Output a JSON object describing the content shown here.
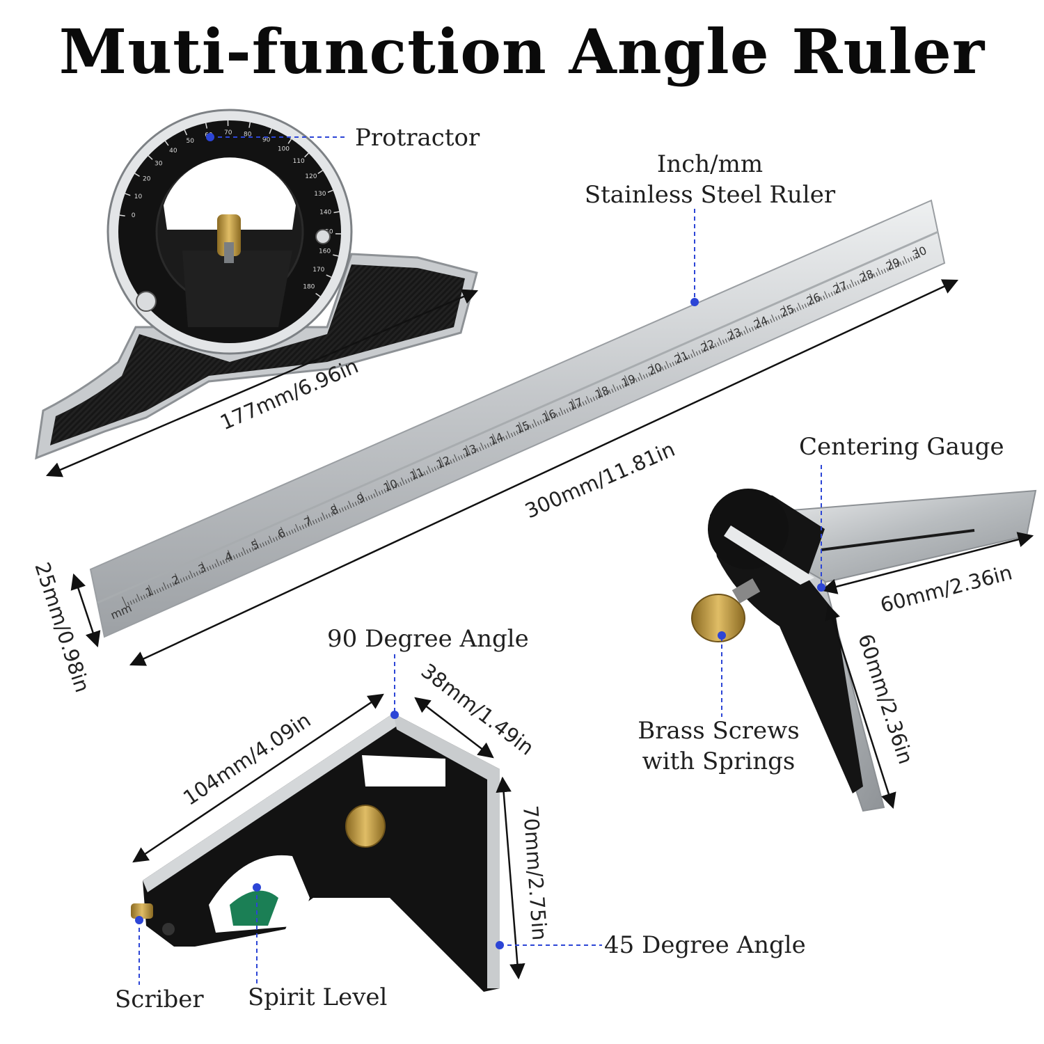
{
  "title": "Muti-function Angle Ruler",
  "labels": {
    "protractor": "Protractor",
    "ruler_line1": "Inch/mm",
    "ruler_line2": "Stainless Steel Ruler",
    "centering_gauge": "Centering Gauge",
    "brass_line1": "Brass Screws",
    "brass_line2": "with Springs",
    "degree_90": "90 Degree Angle",
    "degree_45": "45 Degree Angle",
    "scriber": "Scriber",
    "spirit_level": "Spirit Level"
  },
  "dimensions": {
    "protractor_width": "177mm/6.96in",
    "ruler_length": "300mm/11.81in",
    "ruler_width": "25mm/0.98in",
    "gauge_horizontal": "60mm/2.36in",
    "gauge_vertical": "60mm/2.36in",
    "square_long": "104mm/4.09in",
    "square_short": "38mm/1.49in",
    "square_height": "70mm/2.75in"
  },
  "ruler": {
    "unit_label": "mm",
    "numbers": [
      "1",
      "2",
      "3",
      "4",
      "5",
      "6",
      "7",
      "8",
      "9",
      "10",
      "11",
      "12",
      "13",
      "14",
      "15",
      "16",
      "17",
      "18",
      "19",
      "20",
      "21",
      "22",
      "23",
      "24",
      "25",
      "26",
      "27",
      "28",
      "29",
      "30"
    ]
  },
  "protractor_scale": [
    "0",
    "10",
    "20",
    "30",
    "40",
    "50",
    "60",
    "70",
    "80",
    "90",
    "100",
    "110",
    "120",
    "130",
    "140",
    "150",
    "160",
    "170",
    "180"
  ],
  "colors": {
    "callout_dot": "#2c45d6",
    "steel": "#c9cbcd",
    "dark_body": "#151515",
    "brass": "#c9a24a"
  }
}
